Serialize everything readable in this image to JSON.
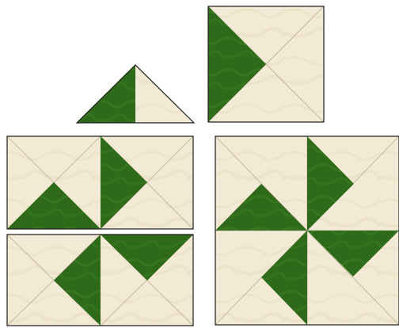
{
  "diagram": {
    "colors": {
      "background": "#ffffff",
      "fabric_light": "#f2ead4",
      "fabric_light_shade": "#e3d6b6",
      "fabric_dark": "#2e6a1a",
      "fabric_dark_shade": "#3f7f23",
      "seam_line": "#b9ad92",
      "outline": "#1c1c1c"
    },
    "pieces": [
      {
        "name": "half-square-triangle-piece"
      },
      {
        "name": "flying-geese-square-block"
      },
      {
        "name": "flying-geese-top-row-block"
      },
      {
        "name": "flying-geese-bottom-row-block"
      },
      {
        "name": "pinwheel-finished-block"
      }
    ]
  }
}
